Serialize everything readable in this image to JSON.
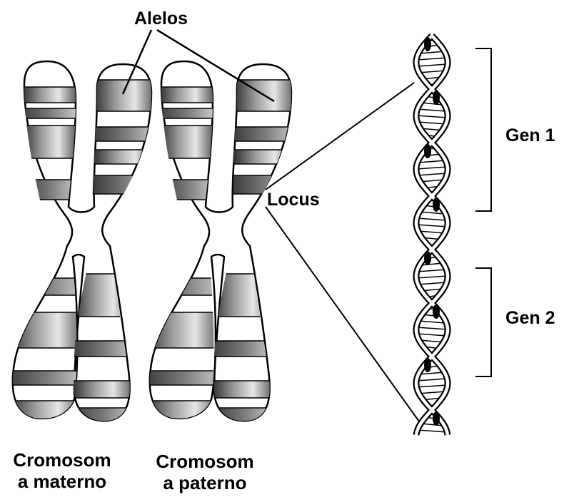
{
  "labels": {
    "alleles": "Alelos",
    "locus": "Locus",
    "gene1": "Gen 1",
    "gene2": "Gen 2"
  },
  "captions": {
    "maternal": {
      "line1": "Cromosom",
      "line2": "a materno"
    },
    "paternal": {
      "line1": "Cromosom",
      "line2": "a paterno"
    }
  },
  "colors": {
    "ink": "#000000",
    "band_dark": "#8c8c8c",
    "background": "#ffffff"
  }
}
